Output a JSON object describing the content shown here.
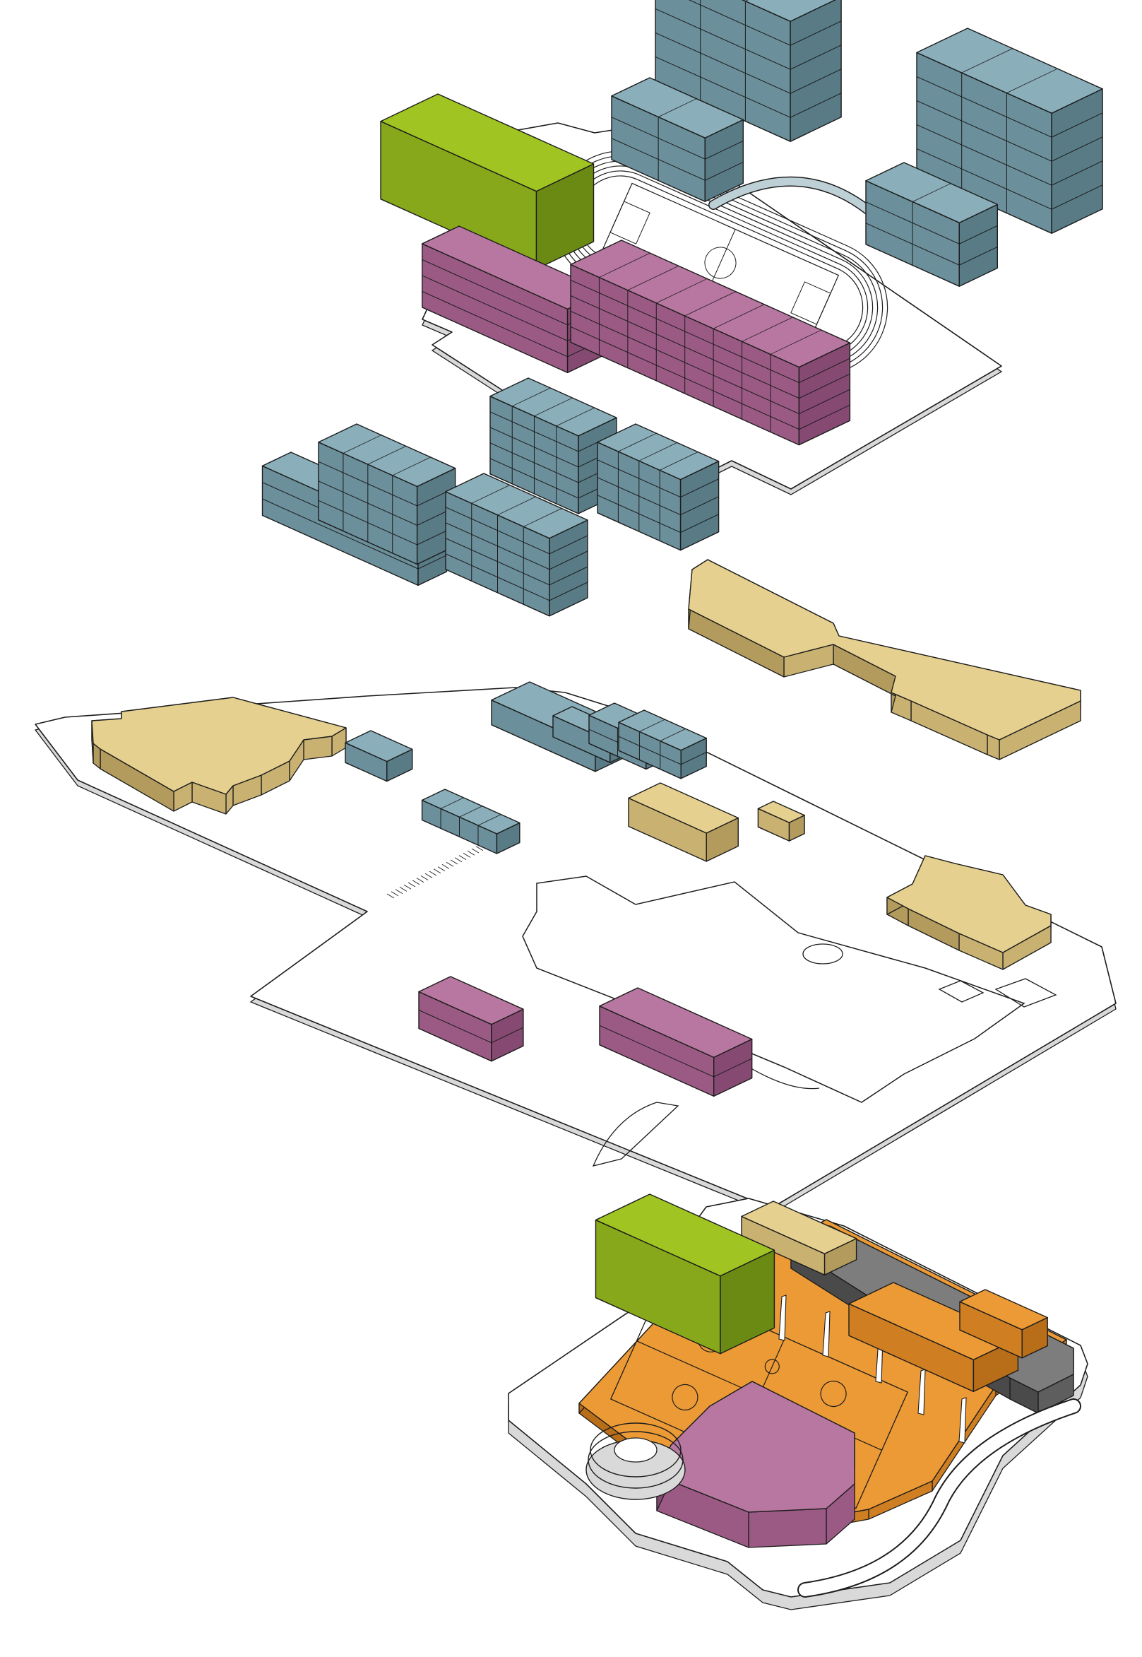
{
  "colors": {
    "background": "#ffffff",
    "outline": "#1c1c1c",
    "plate_fill": "#ffffff",
    "plate_side": "#d9d9d9",
    "teaching": {
      "top": "#8aaeba",
      "left": "#6b8f9b",
      "right": "#587b86"
    },
    "activity": {
      "top": "#b877a0",
      "left": "#9a5a84",
      "right": "#864a72"
    },
    "service": {
      "top": "#e5d08f",
      "left": "#c9b271",
      "right": "#b29b5c"
    },
    "sports_hall": {
      "top": "#a0c421",
      "left": "#88a81b",
      "right": "#6b8a14"
    },
    "court": {
      "top": "#ec9a35",
      "left": "#cf7f22",
      "right": "#b86d18"
    },
    "parking": {
      "top": "#7d7d7d",
      "left": "#5e5e5e",
      "right": "#4a4a4a"
    }
  },
  "layers": [
    {
      "name": "top-campus-level",
      "content": [
        "teaching-towers",
        "sports-hall",
        "activity-blocks",
        "running-track",
        "football-pitch"
      ]
    },
    {
      "name": "middle-campus-level",
      "content": [
        "teaching-slabs",
        "service-buildings",
        "activity-blocks",
        "courtyards"
      ]
    },
    {
      "name": "podium-level",
      "content": [
        "sports-hall",
        "basketball-courts",
        "parking-deck",
        "spiral-ramp",
        "activity-block"
      ]
    }
  ],
  "icons": [
    "building-block-icon",
    "running-track-icon",
    "basketball-court-icon",
    "spiral-ramp-icon",
    "light-pole-icon"
  ]
}
